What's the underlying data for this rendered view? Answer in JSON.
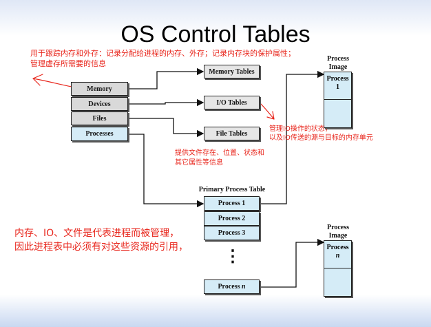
{
  "title": "OS Control Tables",
  "control_tables": {
    "memory": "Memory",
    "devices": "Devices",
    "files": "Files",
    "processes": "Processes"
  },
  "tables": {
    "memory_tables": "Memory Tables",
    "io_tables": "I/O Tables",
    "file_tables": "File Tables"
  },
  "primary_process_table": {
    "label": "Primary Process Table",
    "rows": [
      "Process 1",
      "Process 2",
      "Process 3"
    ],
    "ellipsis": "⋮",
    "last_row": {
      "prefix": "Process ",
      "n": "n"
    }
  },
  "process_image_top": {
    "header_line1": "Process",
    "header_line2": "Image",
    "inner_line1": "Process",
    "inner_line2": "1"
  },
  "process_image_bottom": {
    "header_line1": "Process",
    "header_line2": "Image",
    "inner_line1": "Process",
    "inner_line2": "n"
  },
  "annotations": {
    "memory_note_line1": "用于跟踪内存和外存：记录分配给进程的内存、外存；记录内存块的保护属性；",
    "memory_note_line2": "管理虚存所需要的信息",
    "io_note_line1": "管理IO操作的状态，",
    "io_note_line2": "以及IO传送的源与目标的内存单元",
    "file_note_line1": "提供文件存在、位置、状态和",
    "file_note_line2": "其它属性等信息",
    "process_note_line1": "内存、IO、文件是代表进程而被管理，",
    "process_note_line2": "因此进程表中必须有对这些资源的引用，"
  },
  "colors": {
    "annotation": "#e8261c",
    "grey_box": "#d9d9d9",
    "blue_box": "#d5ecf7"
  }
}
